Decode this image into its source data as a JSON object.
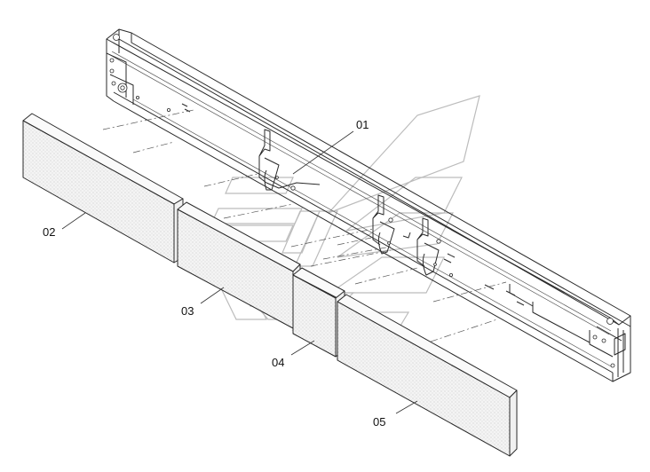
{
  "callouts": {
    "p01": "01",
    "p02": "02",
    "p03": "03",
    "p04": "04",
    "p05": "05"
  },
  "colors": {
    "background": "#ffffff",
    "line": "#2a2a2a",
    "watermark": "#bcbcbc"
  }
}
